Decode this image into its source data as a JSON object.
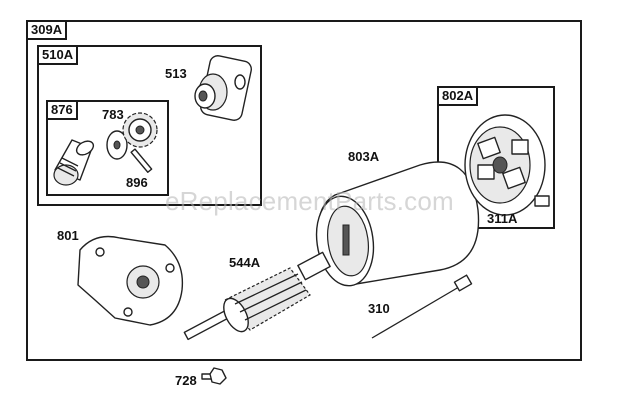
{
  "watermark": "eReplacementParts.com",
  "boxes": {
    "outer": "309A",
    "starter_drive": "510A",
    "drive_gear": "876",
    "end_cap": "802A"
  },
  "parts": {
    "p513": "513",
    "p783": "783",
    "p896": "896",
    "p803A": "803A",
    "p311A": "311A",
    "p801": "801",
    "p544A": "544A",
    "p310": "310",
    "p728": "728"
  }
}
